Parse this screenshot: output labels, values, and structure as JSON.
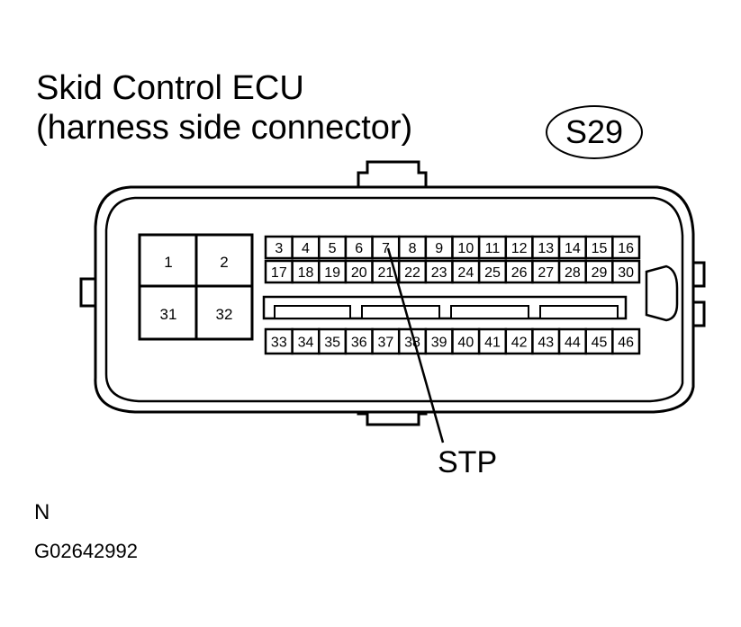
{
  "title_line1": "Skid Control ECU",
  "title_line2": "(harness side connector)",
  "connector_id": "S29",
  "pointer_label": "STP",
  "footer_letter": "N",
  "figure_code": "G02642992",
  "large_pins": [
    "1",
    "2",
    "31",
    "32"
  ],
  "row1_pins": [
    "3",
    "4",
    "5",
    "6",
    "7",
    "8",
    "9",
    "10",
    "11",
    "12",
    "13",
    "14",
    "15",
    "16"
  ],
  "row2_pins": [
    "17",
    "18",
    "19",
    "20",
    "21",
    "22",
    "23",
    "24",
    "25",
    "26",
    "27",
    "28",
    "29",
    "30"
  ],
  "row3_pins": [
    "33",
    "34",
    "35",
    "36",
    "37",
    "38",
    "39",
    "40",
    "41",
    "42",
    "43",
    "44",
    "45",
    "46"
  ]
}
